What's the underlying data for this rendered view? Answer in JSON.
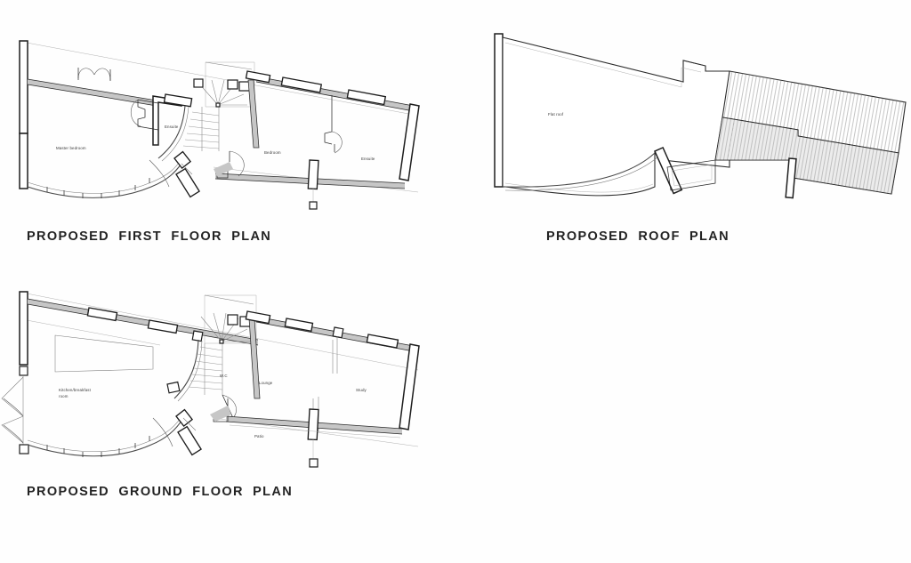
{
  "document": {
    "type": "architectural-floor-plan-sheet",
    "background_color": "#fefefe",
    "line_color": "#1d1d1d",
    "wall_fill_color": "#c6c6c6",
    "roof_shade_color": "#ededed"
  },
  "plans": {
    "first_floor": {
      "title": "PROPOSED  FIRST  FLOOR  PLAN",
      "rooms": [
        {
          "name": "master-bedroom",
          "label": "Master bedroom"
        },
        {
          "name": "ensuite-left",
          "label": "Ensuite"
        },
        {
          "name": "bedroom",
          "label": "Bedroom"
        },
        {
          "name": "ensuite-right",
          "label": "Ensuite"
        }
      ]
    },
    "roof": {
      "title": "PROPOSED  ROOF  PLAN",
      "rooms": [
        {
          "name": "flat-roof",
          "label": "Flat roof"
        }
      ]
    },
    "ground_floor": {
      "title": "PROPOSED  GROUND  FLOOR  PLAN",
      "rooms": [
        {
          "name": "kitchen-breakfast-room",
          "label": "Kitchen/breakfast"
        },
        {
          "name": "kitchen-breakfast-room-line2",
          "label": "room"
        },
        {
          "name": "wc",
          "label": "W.C"
        },
        {
          "name": "lounge",
          "label": "Lounge"
        },
        {
          "name": "study",
          "label": "Study"
        },
        {
          "name": "patio",
          "label": "Patio"
        }
      ]
    }
  }
}
